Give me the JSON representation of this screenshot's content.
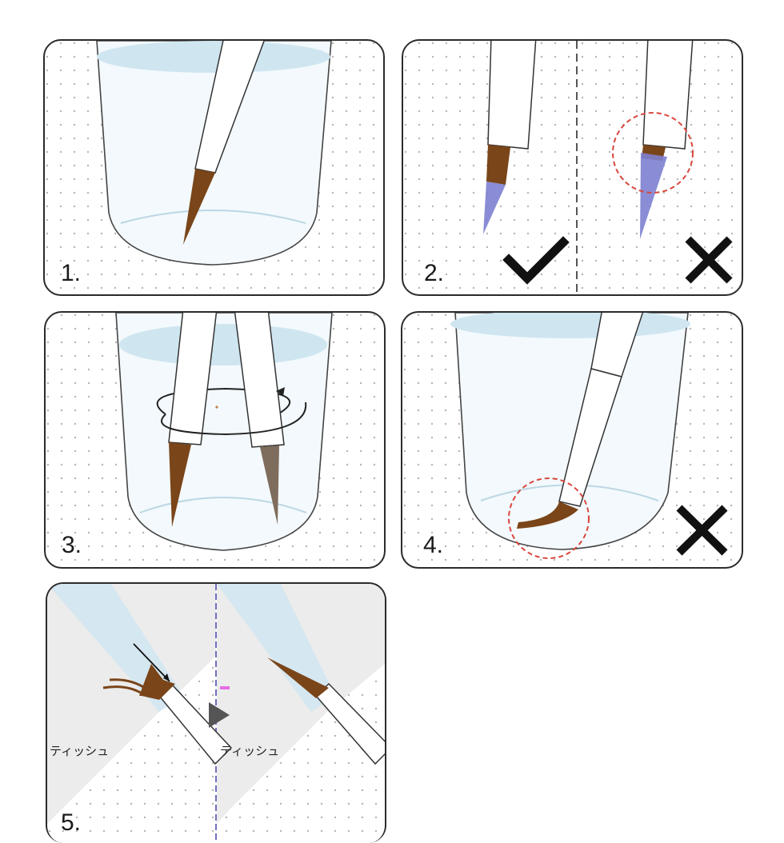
{
  "steps": [
    {
      "number": "1."
    },
    {
      "number": "2."
    },
    {
      "number": "3."
    },
    {
      "number": "4."
    },
    {
      "number": "5."
    }
  ],
  "tissue_labels": [
    "ティッシュ",
    "ティッシュ"
  ],
  "icons": {
    "correct": "check-mark-icon",
    "incorrect": "cross-mark-icon",
    "rotate": "rotation-arrow-icon",
    "wipe_direction": "arrow-down-right-icon",
    "next": "play-triangle-icon"
  },
  "colors": {
    "brush_bristle": "#7a4519",
    "brush_bristle_used": "#7e6c5c",
    "water": "#cfe6f1",
    "solution_tint": "#7d7fd0",
    "highlight_circle": "#d9463c",
    "outline": "#2b2b2b",
    "dots": "#b5b5b5",
    "tissue": "#ececec"
  }
}
